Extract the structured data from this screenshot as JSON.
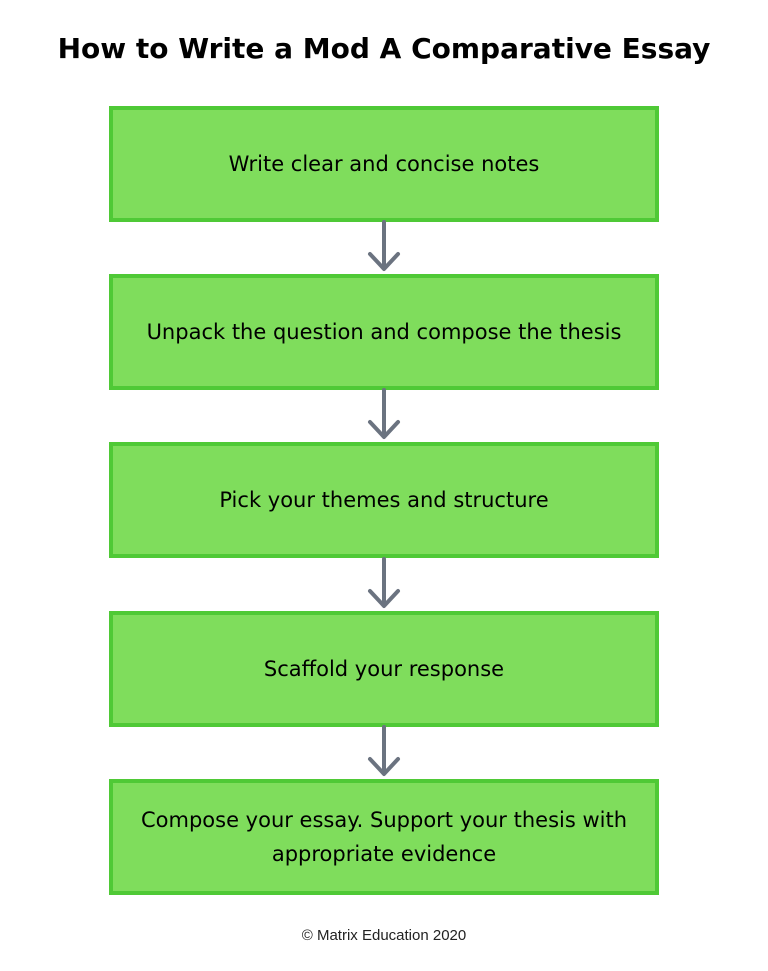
{
  "title": "How to Write a Mod A Comparative Essay",
  "steps": [
    {
      "label": "Write clear and concise notes"
    },
    {
      "label": "Unpack the question and compose the thesis"
    },
    {
      "label": "Pick your themes and structure"
    },
    {
      "label": "Scaffold your response"
    },
    {
      "label": "Compose your essay. Support your thesis with appropriate evidence"
    }
  ],
  "footer": "© Matrix Education 2020",
  "colors": {
    "box_fill": "#7fdd5c",
    "box_border": "#4fc936",
    "arrow": "#6b7380"
  }
}
